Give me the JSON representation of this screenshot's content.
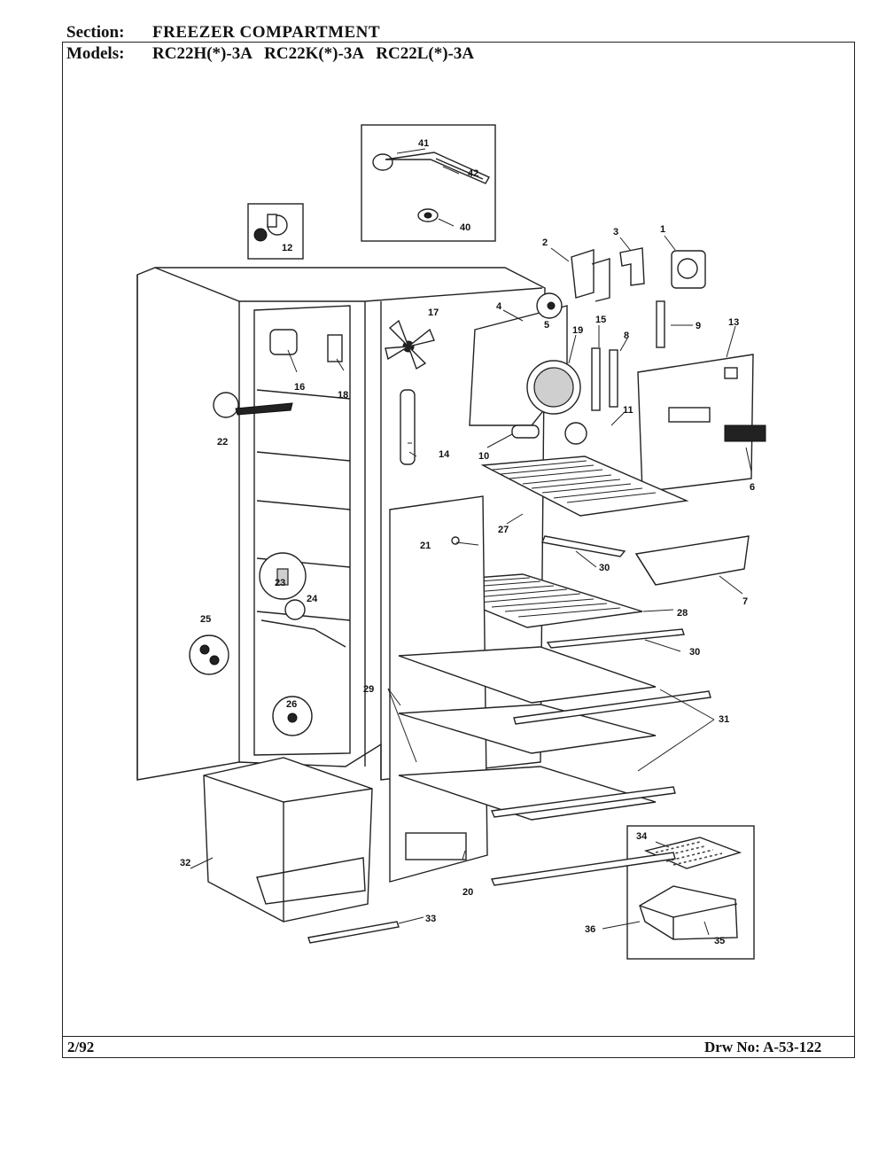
{
  "header": {
    "section_label": "Section:",
    "section_value": "FREEZER COMPARTMENT",
    "models_label": "Models:",
    "models_value": "RC22H(*)-3A   RC22K(*)-3A   RC22L(*)-3A"
  },
  "footer": {
    "date": "2/92",
    "drawing_number": "Drw No: A-53-122"
  },
  "callouts": [
    "1",
    "2",
    "3",
    "4",
    "5",
    "6",
    "7",
    "8",
    "9",
    "10",
    "11",
    "12",
    "13",
    "14",
    "15",
    "16",
    "17",
    "18",
    "19",
    "20",
    "21",
    "22",
    "23",
    "24",
    "25",
    "26",
    "27",
    "28",
    "29",
    "30",
    "30",
    "31",
    "32",
    "33",
    "34",
    "35",
    "36",
    "40",
    "41",
    "42"
  ]
}
